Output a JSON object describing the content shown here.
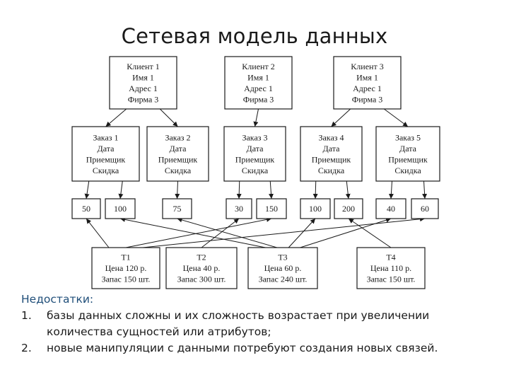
{
  "title": "Сетевая модель данных",
  "diagram": {
    "clients": [
      {
        "id": "c1",
        "lines": [
          "Клиент 1",
          "Имя 1",
          "Адрес 1",
          "Фирма 3"
        ]
      },
      {
        "id": "c2",
        "lines": [
          "Клиент 2",
          "Имя 1",
          "Адрес 1",
          "Фирма 3"
        ]
      },
      {
        "id": "c3",
        "lines": [
          "Клиент 3",
          "Имя 1",
          "Адрес 1",
          "Фирма 3"
        ]
      }
    ],
    "orders": [
      {
        "id": "o1",
        "lines": [
          "Заказ 1",
          "Дата",
          "Приемщик",
          "Скидка"
        ]
      },
      {
        "id": "o2",
        "lines": [
          "Заказ 2",
          "Дата",
          "Приемщик",
          "Скидка"
        ]
      },
      {
        "id": "o3",
        "lines": [
          "Заказ 3",
          "Дата",
          "Приемщик",
          "Скидка"
        ]
      },
      {
        "id": "o4",
        "lines": [
          "Заказ 4",
          "Дата",
          "Приемщик",
          "Скидка"
        ]
      },
      {
        "id": "o5",
        "lines": [
          "Заказ 5",
          "Дата",
          "Приемщик",
          "Скидка"
        ]
      }
    ],
    "quantities": [
      {
        "id": "q50",
        "label": "50"
      },
      {
        "id": "q100a",
        "label": "100"
      },
      {
        "id": "q75",
        "label": "75"
      },
      {
        "id": "q30",
        "label": "30"
      },
      {
        "id": "q150",
        "label": "150"
      },
      {
        "id": "q100b",
        "label": "100"
      },
      {
        "id": "q200",
        "label": "200"
      },
      {
        "id": "q40",
        "label": "40"
      },
      {
        "id": "q60",
        "label": "60"
      }
    ],
    "products": [
      {
        "id": "t1",
        "lines": [
          "Т1",
          "Цена 120 р.",
          "Запас 150 шт."
        ]
      },
      {
        "id": "t2",
        "lines": [
          "Т2",
          "Цена 40 р.",
          "Запас 300 шт."
        ]
      },
      {
        "id": "t3",
        "lines": [
          "Т3",
          "Цена 60 р.",
          "Запас 240 шт."
        ]
      },
      {
        "id": "t4",
        "lines": [
          "Т4",
          "Цена 110 р.",
          "Запас 150 шт."
        ]
      }
    ],
    "links": [
      [
        "c1",
        "o1"
      ],
      [
        "c1",
        "o2"
      ],
      [
        "c2",
        "o3"
      ],
      [
        "c3",
        "o4"
      ],
      [
        "c3",
        "o5"
      ],
      [
        "o1",
        "q50"
      ],
      [
        "o1",
        "q100a"
      ],
      [
        "o2",
        "q75"
      ],
      [
        "o3",
        "q30"
      ],
      [
        "o3",
        "q150"
      ],
      [
        "o4",
        "q100b"
      ],
      [
        "o4",
        "q200"
      ],
      [
        "o5",
        "q40"
      ],
      [
        "o5",
        "q60"
      ],
      [
        "t1",
        "q50"
      ],
      [
        "t1",
        "q150"
      ],
      [
        "t1",
        "q60"
      ],
      [
        "t2",
        "q30"
      ],
      [
        "t3",
        "q100a"
      ],
      [
        "t3",
        "q75"
      ],
      [
        "t3",
        "q100b"
      ],
      [
        "t3",
        "q40"
      ],
      [
        "t4",
        "q200"
      ]
    ]
  },
  "notes": {
    "caption": "Недостатки:",
    "items": [
      {
        "num": "1.",
        "text": "базы данных сложны и их сложность возрастает при увеличении количества сущностей или атрибутов;"
      },
      {
        "num": "2.",
        "text": "новые манипуляции с данными потребуют создания новых связей."
      }
    ]
  }
}
